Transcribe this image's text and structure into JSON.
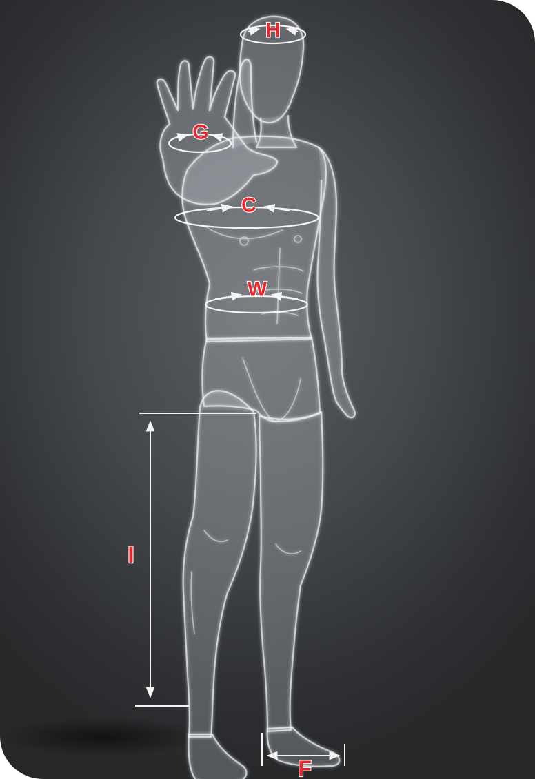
{
  "labels": {
    "head": "H",
    "hand": "G",
    "chest": "C",
    "waist": "W",
    "inseam": "I",
    "foot": "F"
  },
  "colors": {
    "label_fill": "#e8272d",
    "label_outline": "#ffffff",
    "background": "#3f4245",
    "figure_line": "#f0f2f4"
  }
}
